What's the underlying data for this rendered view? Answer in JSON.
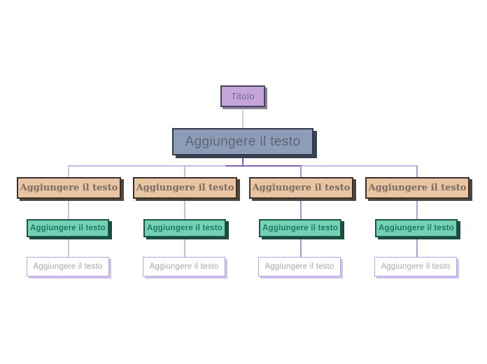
{
  "diagram": {
    "type": "org-chart",
    "root": {
      "label": "Titolo"
    },
    "main": {
      "label": "Aggiungere il testo"
    },
    "branches": [
      {
        "l1": "Aggiungere il testo",
        "l2": "Aggiungere il testo",
        "l3": "Aggiungere il testo"
      },
      {
        "l1": "Aggiungere il testo",
        "l2": "Aggiungere il testo",
        "l3": "Aggiungere il testo"
      },
      {
        "l1": "Aggiungere il testo",
        "l2": "Aggiungere il testo",
        "l3": "Aggiungere il testo"
      },
      {
        "l1": "Aggiungere il testo",
        "l2": "Aggiungere il testo",
        "l3": "Aggiungere il testo"
      }
    ],
    "colors": {
      "background": "#ffffff",
      "root_fill": "#c4a6dd",
      "root_border": "#4a4161",
      "main_fill": "#8e9db7",
      "main_border": "#333a4b",
      "level1_fill": "#eac5a4",
      "level1_border": "#39302a",
      "level2_fill": "#74d1b6",
      "level2_border": "#1c5347",
      "level3_fill": "#ffffff",
      "level3_border": "#b9a3de",
      "connector_light": "#c9b9e9",
      "connector_dark": "#7e5fb0"
    }
  }
}
